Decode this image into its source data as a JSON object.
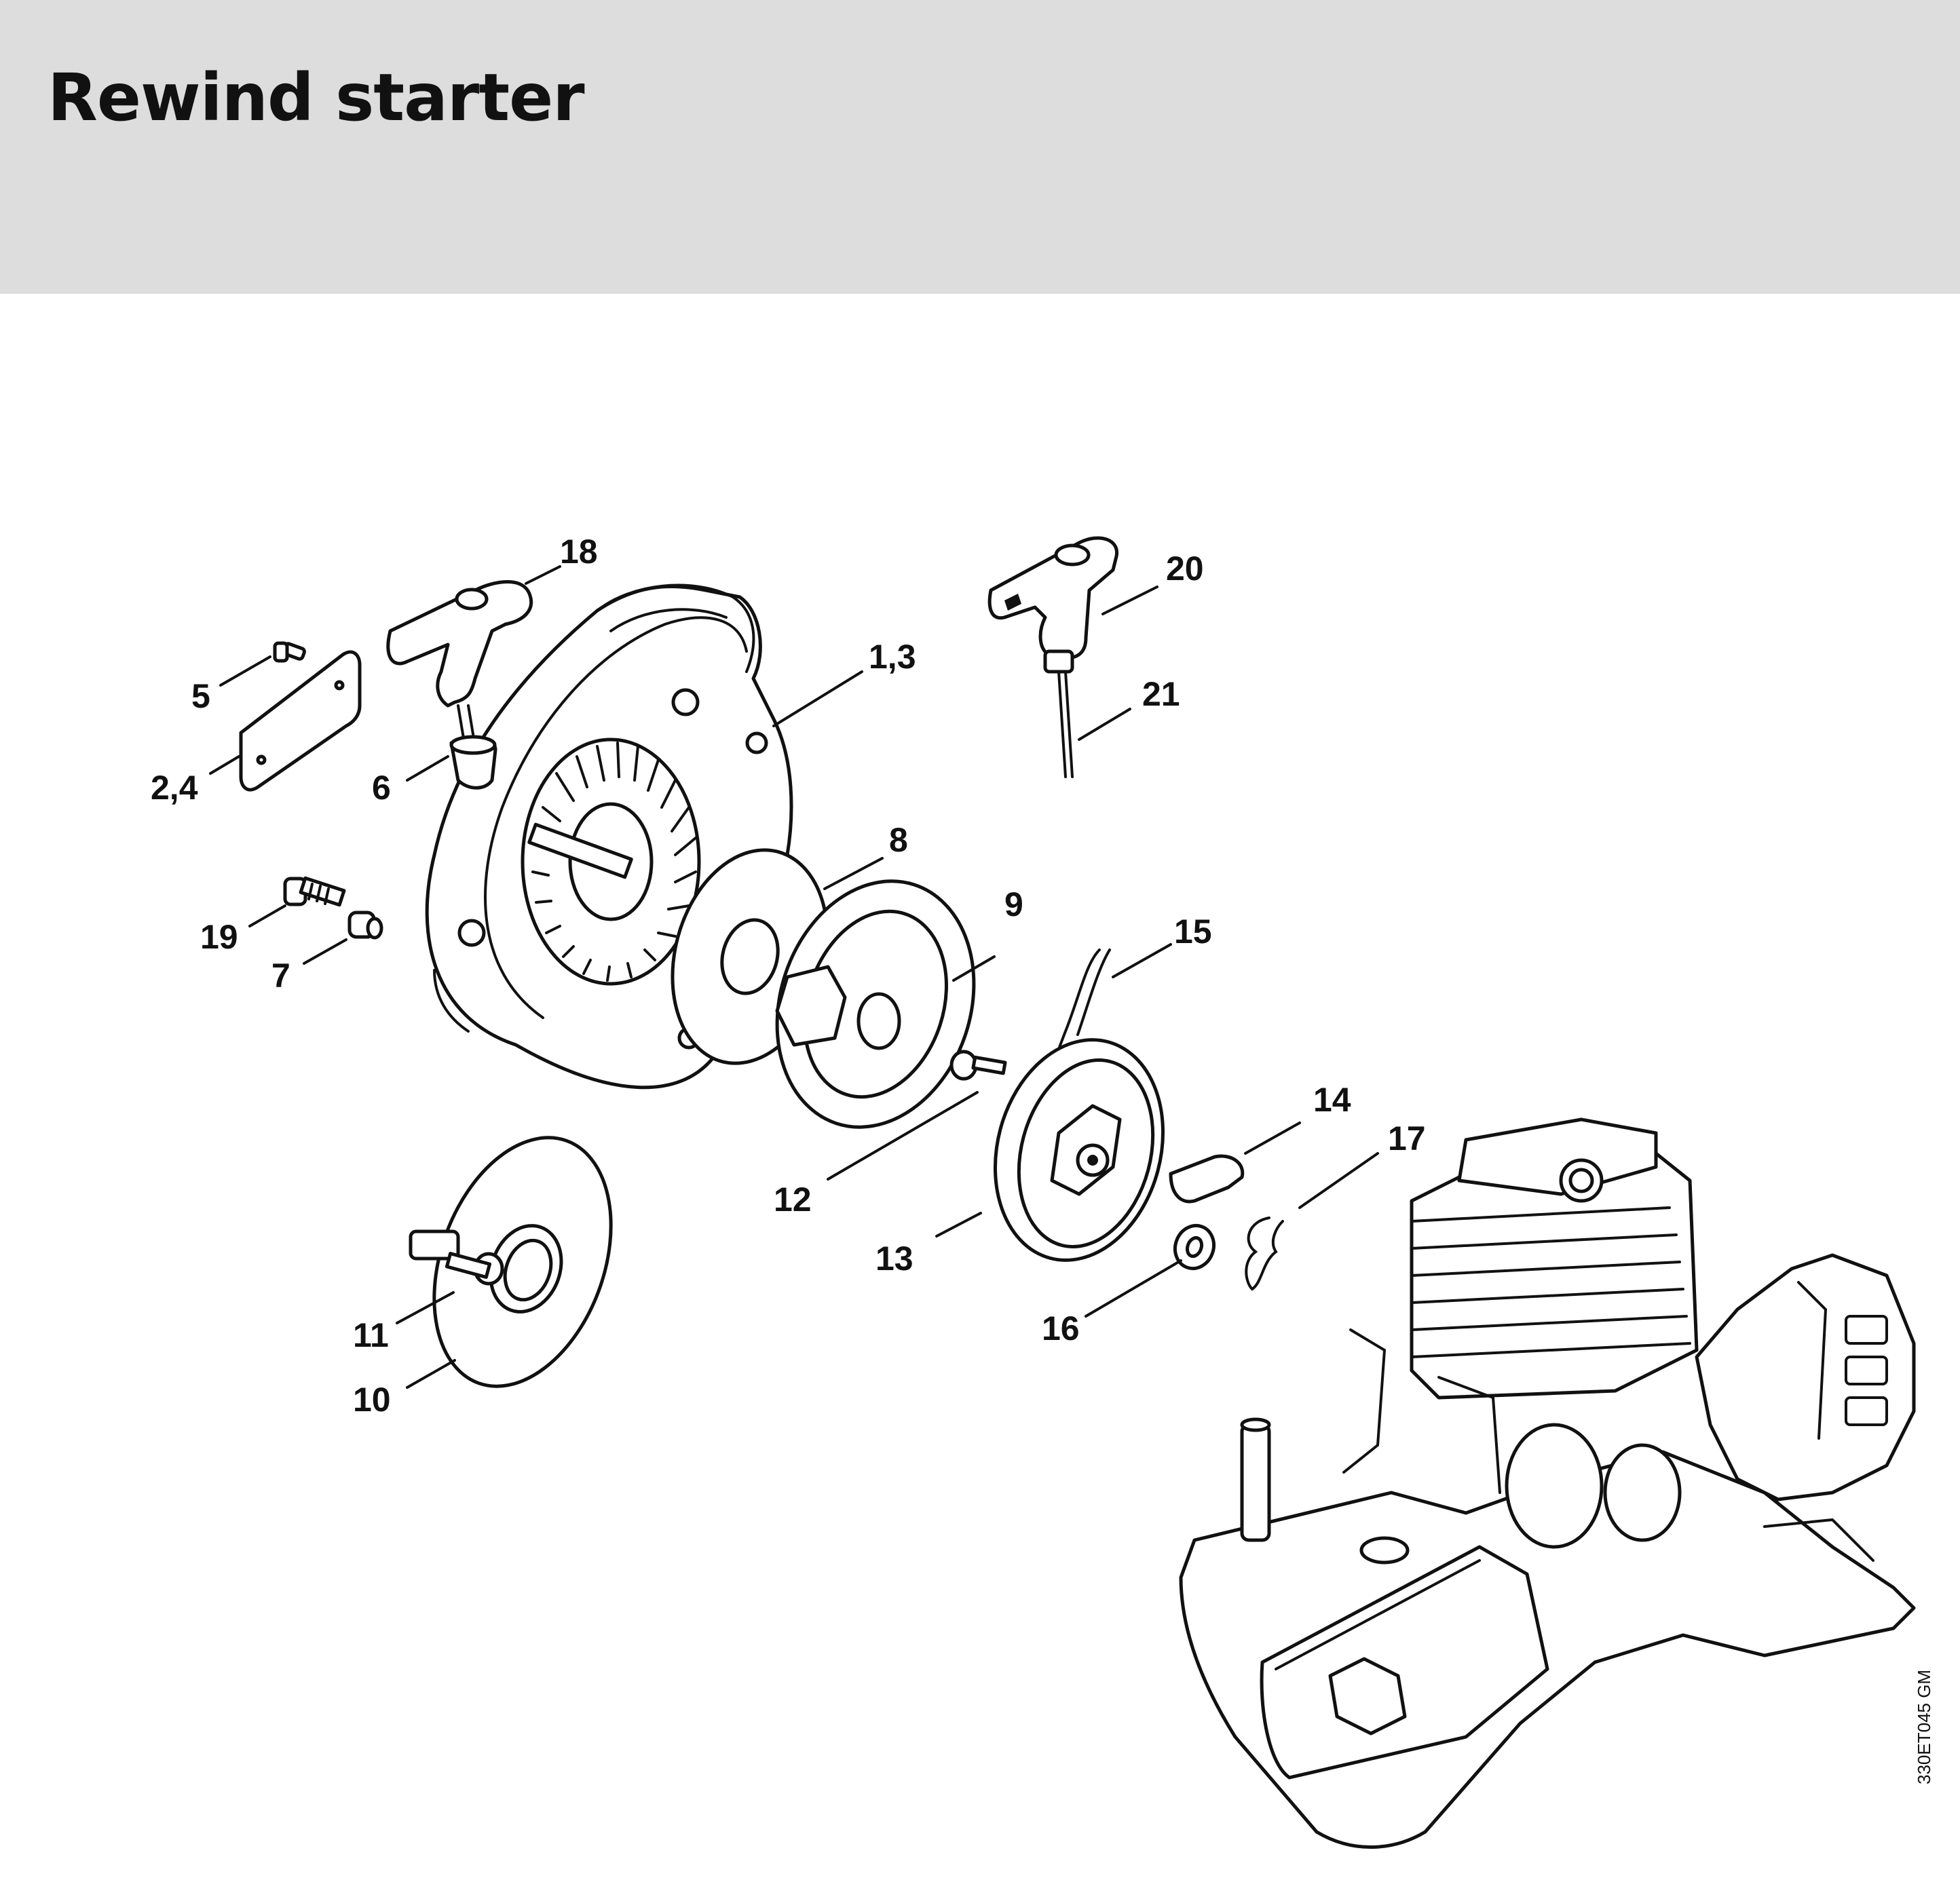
{
  "page": {
    "title": "Rewind starter",
    "drawing_ref": "330ET045 GM",
    "header_color": "#dcdddc"
  },
  "callouts": [
    {
      "id": "c18",
      "label": "18"
    },
    {
      "id": "c20",
      "label": "20"
    },
    {
      "id": "c13a",
      "label": "1,3"
    },
    {
      "id": "c21",
      "label": "21"
    },
    {
      "id": "c5",
      "label": "5"
    },
    {
      "id": "c24",
      "label": "2,4"
    },
    {
      "id": "c6",
      "label": "6"
    },
    {
      "id": "c8",
      "label": "8"
    },
    {
      "id": "c9",
      "label": "9"
    },
    {
      "id": "c15",
      "label": "15"
    },
    {
      "id": "c19",
      "label": "19"
    },
    {
      "id": "c7",
      "label": "7"
    },
    {
      "id": "c14",
      "label": "14"
    },
    {
      "id": "c17",
      "label": "17"
    },
    {
      "id": "c12",
      "label": "12"
    },
    {
      "id": "c13",
      "label": "13"
    },
    {
      "id": "c16",
      "label": "16"
    },
    {
      "id": "c11",
      "label": "11"
    },
    {
      "id": "c10",
      "label": "10"
    }
  ]
}
